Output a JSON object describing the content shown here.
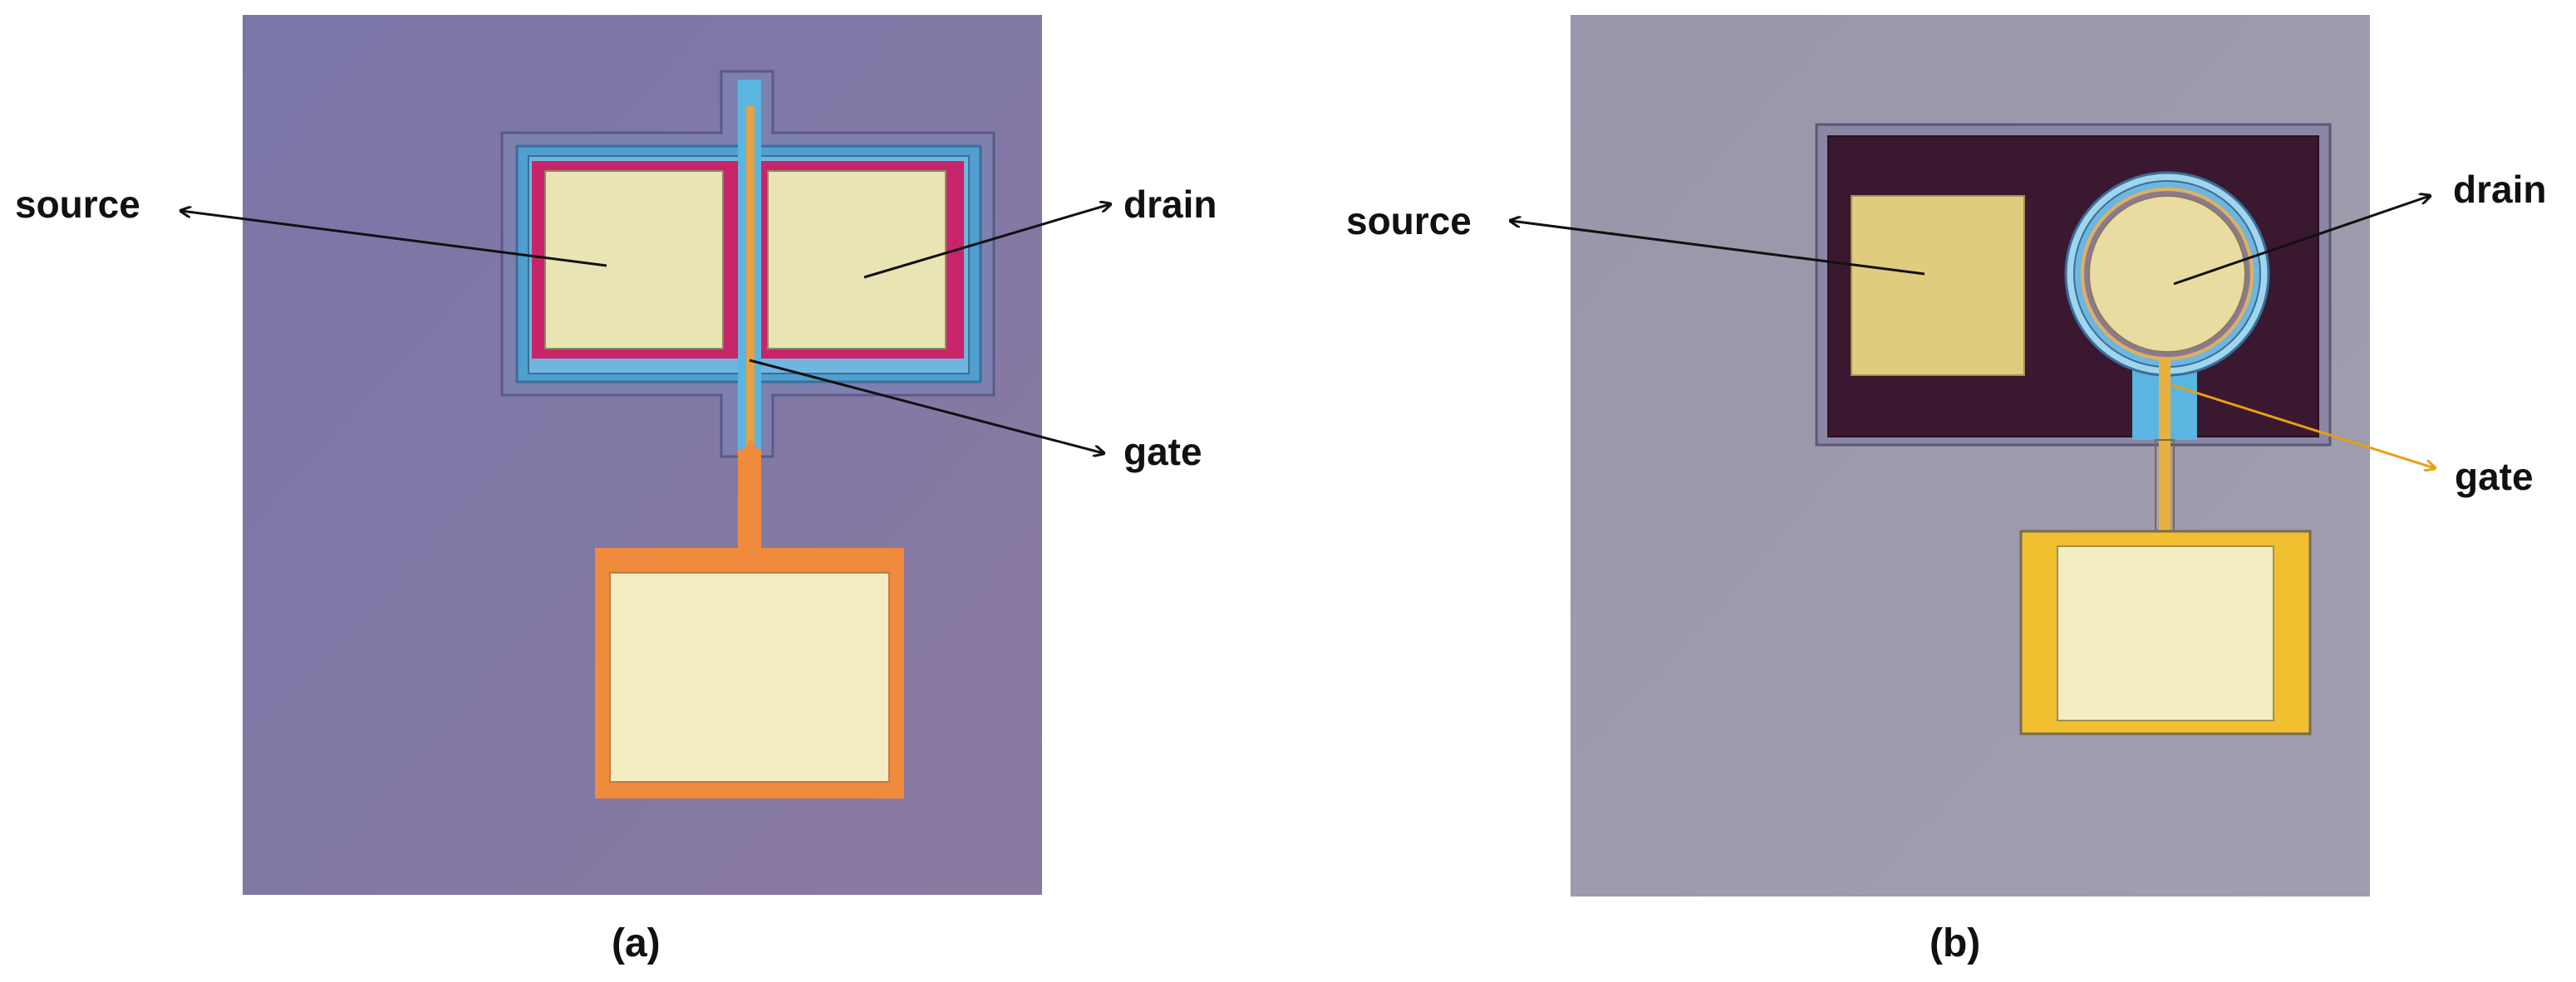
{
  "panels": [
    {
      "caption": "(a)",
      "labels": {
        "source": "source",
        "drain": "drain",
        "gate": "gate"
      },
      "colors": {
        "substrate": "#857aa6",
        "gate_line": "#e8a040",
        "pad": "#f3eec2",
        "pad_frame": "#f08a3c",
        "ring": "#c8246a",
        "field": "#5aa6d2"
      }
    },
    {
      "caption": "(b)",
      "labels": {
        "source": "source",
        "drain": "drain",
        "gate": "gate"
      },
      "colors": {
        "substrate": "#9a9aac",
        "mesa": "#3a1830",
        "pad": "#f3eec2",
        "pad_frame": "#f0c030",
        "gate_arrow": "#e8a010"
      }
    }
  ]
}
